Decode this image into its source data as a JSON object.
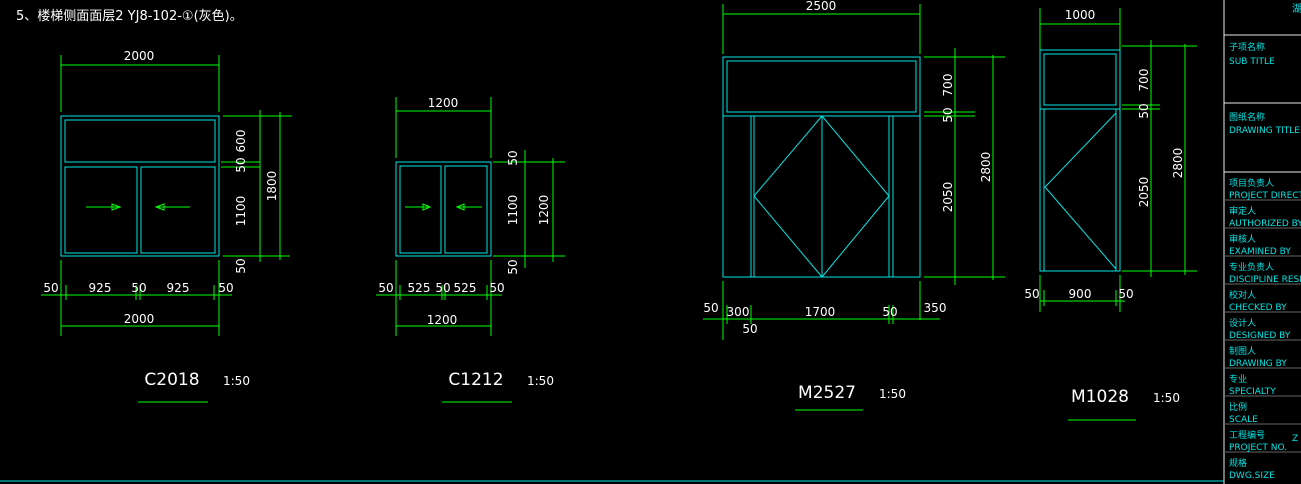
{
  "header_note": "5、楼梯侧面面层2 YJ8-102-①(灰色)。",
  "colors": {
    "background": "#000000",
    "dimension": "#00ff00",
    "frame": "#00e5e5",
    "text": "#ffffff"
  },
  "drawings": [
    {
      "id": "C2018",
      "title": "C2018",
      "scale": "1:50",
      "dims": {
        "top": "2000",
        "bottom_total": "2000",
        "bottom_parts": [
          "50",
          "925",
          "50",
          "925",
          "50"
        ],
        "right_parts": [
          "600",
          "50",
          "1100",
          "50"
        ],
        "right_total": "1800"
      }
    },
    {
      "id": "C1212",
      "title": "C1212",
      "scale": "1:50",
      "dims": {
        "top": "1200",
        "bottom_total": "1200",
        "bottom_parts": [
          "50",
          "525",
          "50",
          "525",
          "50"
        ],
        "right_parts": [
          "50",
          "1100",
          "50"
        ],
        "right_total": "1200"
      }
    },
    {
      "id": "M2527",
      "title": "M2527",
      "scale": "1:50",
      "dims": {
        "top": "2500",
        "bottom_parts": [
          "50",
          "300",
          "1700",
          "50",
          "350",
          "50"
        ],
        "right_parts": [
          "700",
          "50",
          "2050"
        ],
        "right_total": "2800"
      }
    },
    {
      "id": "M1028",
      "title": "M1028",
      "scale": "1:50",
      "dims": {
        "top": "1000",
        "bottom_parts": [
          "50",
          "900",
          "50"
        ],
        "right_parts": [
          "700",
          "50",
          "2050"
        ],
        "right_total": "2800"
      }
    }
  ],
  "title_block": {
    "corner_text": "湖",
    "fields": [
      {
        "cn": "子项名称",
        "en": "SUB TITLE"
      },
      {
        "cn": "图纸名称",
        "en": "DRAWING TITLE"
      },
      {
        "cn": "项目负责人",
        "en": "PROJECT DIRECTOR"
      },
      {
        "cn": "审定人",
        "en": "AUTHORIZED BY"
      },
      {
        "cn": "审核人",
        "en": "EXAMINED BY"
      },
      {
        "cn": "专业负责人",
        "en": "DISCIPLINE RESPONSIBLE"
      },
      {
        "cn": "校对人",
        "en": "CHECKED BY"
      },
      {
        "cn": "设计人",
        "en": "DESIGNED BY"
      },
      {
        "cn": "制图人",
        "en": "DRAWING BY"
      },
      {
        "cn": "专业",
        "en": "SPECIALTY"
      },
      {
        "cn": "比例",
        "en": "SCALE"
      },
      {
        "cn": "工程编号",
        "en": "PROJECT NO."
      },
      {
        "cn": "规格",
        "en": "DWG.SIZE"
      }
    ],
    "project_no_prefix": "Z"
  }
}
